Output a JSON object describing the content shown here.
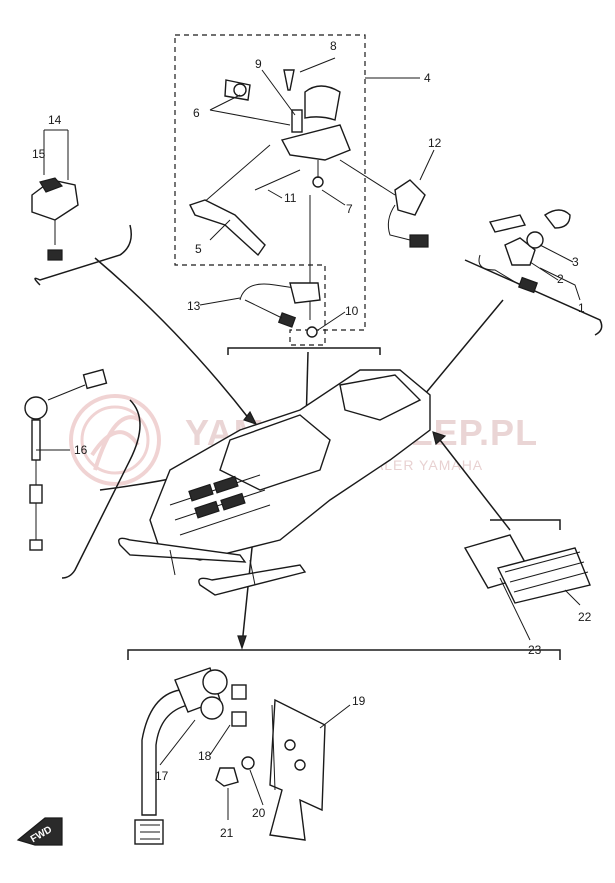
{
  "watermark": {
    "brand": "YAMAHA-SKLEP.PL",
    "tagline": "WEB SERVICE | DEALER YAMAHA"
  },
  "fwd_label": "FWD",
  "callouts": [
    "1",
    "2",
    "3",
    "4",
    "5",
    "6",
    "7",
    "8",
    "9",
    "10",
    "11",
    "12",
    "13",
    "14",
    "15",
    "16",
    "17",
    "18",
    "19",
    "20",
    "21",
    "22",
    "23"
  ],
  "colors": {
    "ink": "#1a1a1a",
    "watermark": "#d9b3b3",
    "paper": "#ffffff"
  }
}
